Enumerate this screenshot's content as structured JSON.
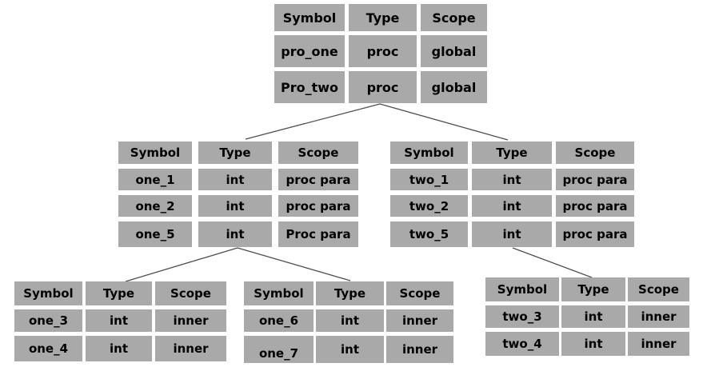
{
  "colors": {
    "cell_background": "#a9a9a9",
    "text": "#000000",
    "connector_line": "#4f4f4f",
    "page_background": "#ffffff"
  },
  "tables": [
    {
      "name": "global-scope-table",
      "headers": [
        "Symbol",
        "Type",
        "Scope"
      ],
      "rows": [
        [
          "pro_one",
          "proc",
          "global"
        ],
        [
          "Pro_two",
          "proc",
          "global"
        ]
      ]
    },
    {
      "name": "proc-one-table",
      "headers": [
        "Symbol",
        "Type",
        "Scope"
      ],
      "rows": [
        [
          "one_1",
          "int",
          "proc para"
        ],
        [
          "one_2",
          "int",
          "proc para"
        ],
        [
          "one_5",
          "int",
          "Proc para"
        ]
      ]
    },
    {
      "name": "proc-two-table",
      "headers": [
        "Symbol",
        "Type",
        "Scope"
      ],
      "rows": [
        [
          "two_1",
          "int",
          "proc para"
        ],
        [
          "two_2",
          "int",
          "proc para"
        ],
        [
          "two_5",
          "int",
          "proc para"
        ]
      ]
    },
    {
      "name": "one-inner-table-a",
      "headers": [
        "Symbol",
        "Type",
        "Scope"
      ],
      "rows": [
        [
          "one_3",
          "int",
          "inner"
        ],
        [
          "one_4",
          "int",
          "inner"
        ]
      ]
    },
    {
      "name": "one-inner-table-b",
      "headers": [
        "Symbol",
        "Type",
        "Scope"
      ],
      "rows": [
        [
          "one_6",
          "int",
          "inner"
        ],
        [
          "one_7",
          "int",
          "inner"
        ]
      ]
    },
    {
      "name": "two-inner-table",
      "headers": [
        "Symbol",
        "Type",
        "Scope"
      ],
      "rows": [
        [
          "two_3",
          "int",
          "inner"
        ],
        [
          "two_4",
          "int",
          "inner"
        ]
      ]
    }
  ]
}
